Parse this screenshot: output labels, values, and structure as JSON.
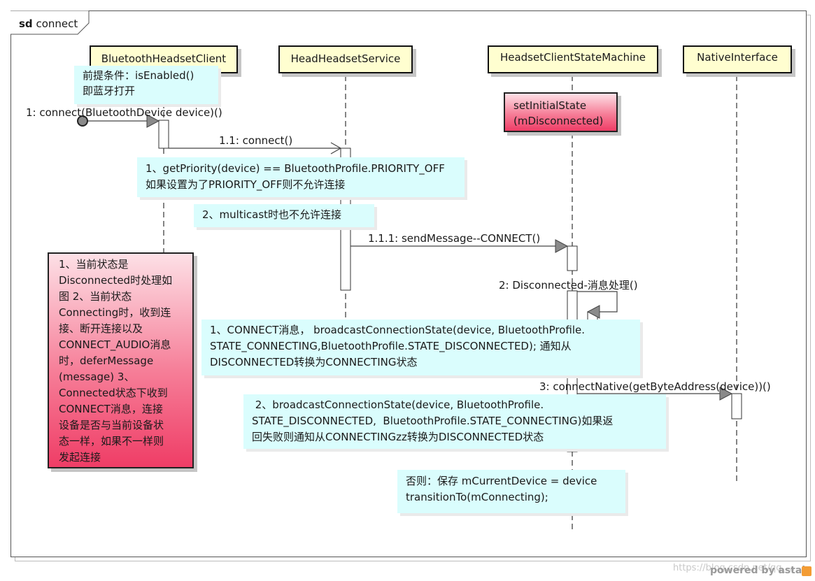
{
  "frame": {
    "keyword": "sd",
    "name": "connect"
  },
  "lifelines": [
    {
      "id": "client",
      "label": "BluetoothHeadsetClient"
    },
    {
      "id": "service",
      "label": "HeadHeadsetService"
    },
    {
      "id": "sm",
      "label": "HeadsetClientStateMachine"
    },
    {
      "id": "native",
      "label": "NativeInterface"
    }
  ],
  "messages": {
    "m1": "1: connect(BluetoothDevice device)()",
    "m11": "1.1: connect()",
    "m111": "1.1.1: sendMessage--CONNECT()",
    "m2": "2: Disconnected-消息处理()",
    "m3": "3: connectNative(getByteAddress(device))()"
  },
  "notes": {
    "precondition": "前提条件：isEnabled()\n即蓝牙打开",
    "priority": "1、getPriority(device) == BluetoothProfile.PRIORITY_OFF\n如果设置为了PRIORITY_OFF则不允许连接",
    "multicast": "2、multicast时也不允许连接",
    "initial_state": "setInitialState\n(mDisconnected)",
    "state_desc": "1、当前状态是\nDisconnected时处理如\n图 2、当前状态\nConnecting时，收到连\n接、断开连接以及\nCONNECT_AUDIO消息\n时，deferMessage\n(message)  3、\nConnected状态下收到\nCONNECT消息，连接\n设备是否与当前设备状\n态一样，如果不一样则\n发起连接",
    "connect_msg": "1、CONNECT消息， broadcastConnectionState(device, BluetoothProfile.\nSTATE_CONNECTING,BluetoothProfile.STATE_DISCONNECTED); 通知从\nDISCONNECTED转换为CONNECTING状态",
    "broadcast_fail": " 2、broadcastConnectionState(device, BluetoothProfile.\nSTATE_DISCONNECTED,  BluetoothProfile.STATE_CONNECTING)如果返\n回失败则通知从CONNECTINGzz转换为DISCONNECTED状态",
    "otherwise": "否则：保存 mCurrentDevice = device\ntransitionTo(mConnecting);"
  },
  "footer": {
    "watermark": "https://blog.csdn.net/qq_...",
    "powered": "powered by astah"
  },
  "colors": {
    "lifeline_head": "#fffed0",
    "note_cyan": "#dafdfd",
    "note_pink": "#ef3d66"
  }
}
